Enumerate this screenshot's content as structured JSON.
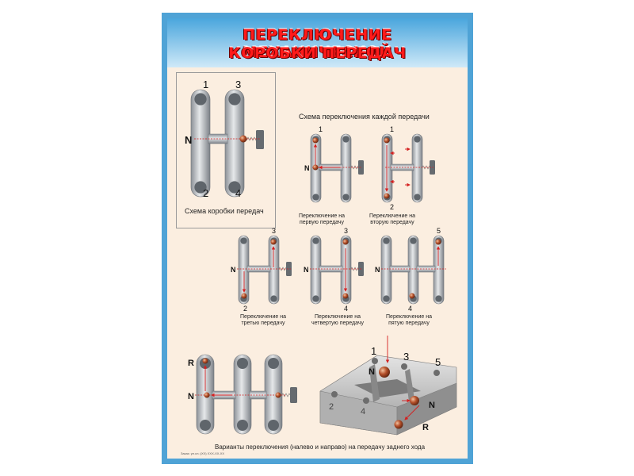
{
  "title": {
    "line1": "ПЕРЕКЛЮЧЕНИЕ МЕХАНИЧЕСКОЙ",
    "line2": "КОРОБКИ ПЕРЕДАЧ"
  },
  "gearbox": {
    "caption": "Схема коробки передач",
    "n1": "1",
    "n2": "2",
    "n3": "3",
    "n4": "4",
    "neutral": "N"
  },
  "scheme_heading": "Схема переключения каждой передачи",
  "shifts": {
    "first": {
      "caption_1": "Переключение на",
      "caption_2": "первую передачу",
      "num": "1",
      "neutral": "N"
    },
    "second": {
      "caption_1": "Переключение на",
      "caption_2": "вторую передачу",
      "num_top": "1",
      "num_bottom": "2"
    },
    "third": {
      "caption_1": "Переключение на",
      "caption_2": "третью передачу",
      "num_top": "3",
      "num_bottom": "2",
      "neutral": "N"
    },
    "fourth": {
      "caption_1": "Переключение на",
      "caption_2": "четвертую передачу",
      "num_top": "3",
      "num_bottom": "4",
      "neutral": "N"
    },
    "fifth": {
      "caption_1": "Переключение на",
      "caption_2": "пятую передачу",
      "num_top": "5",
      "num_bottom": "4",
      "neutral": "N"
    }
  },
  "reverse": {
    "r": "R",
    "neutral": "N"
  },
  "model": {
    "n1": "1",
    "n3": "3",
    "n5": "5",
    "n2": "2",
    "n4": "4",
    "neutral_a": "N",
    "neutral_b": "N",
    "r": "R"
  },
  "bottom_caption": "Варианты переключения (налево и направо) на передачу заднего хода",
  "footnote": "Заказ: ул.сл.:(ХХ) ХХХ-ХХ-ХХ",
  "colors": {
    "border": "#4fa3d6",
    "background": "#fbeee0",
    "title": "#ff1a1a",
    "arrow": "#d42020",
    "ball": "#b5502a"
  }
}
